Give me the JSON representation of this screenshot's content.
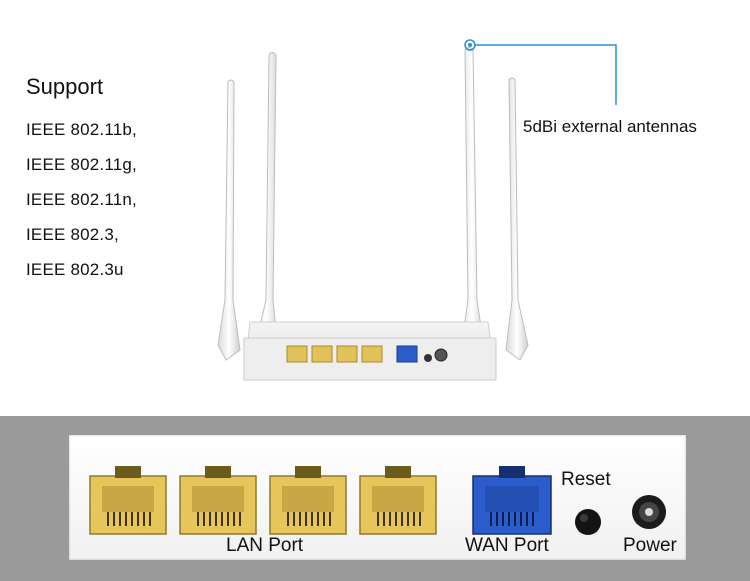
{
  "support": {
    "title": "Support",
    "standards": [
      "IEEE 802.11b,",
      "IEEE 802.11g,",
      "IEEE 802.11n,",
      "IEEE 802.3,",
      "IEEE 802.3u"
    ]
  },
  "callout": {
    "antenna_label": "5dBi external antennas",
    "line_color": "#2a8fd6"
  },
  "ports_panel": {
    "lan_label": "LAN Port",
    "wan_label": "WAN Port",
    "reset_label": "Reset",
    "power_label": "Power",
    "lan_color": "#e6c65a",
    "wan_color": "#2c5ccc",
    "panel_color": "#9a9a9a"
  }
}
